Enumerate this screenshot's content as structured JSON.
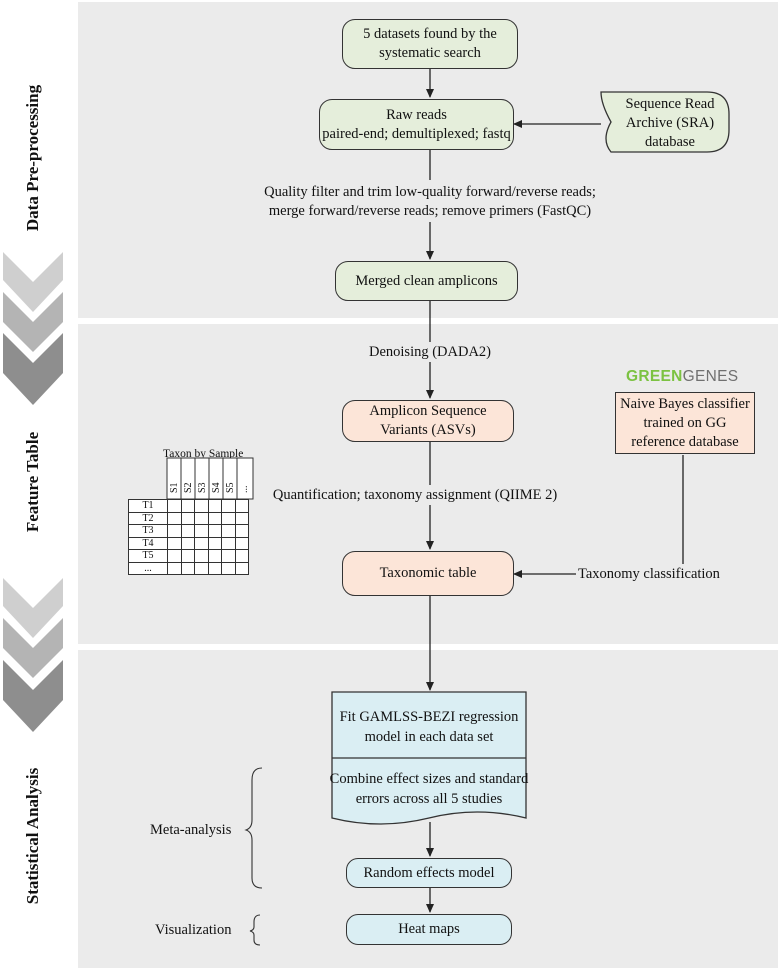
{
  "sections": {
    "preprocessing": "Data Pre-processing",
    "feature_table": "Feature Table",
    "statistical": "Statistical Analysis"
  },
  "nodes": {
    "datasets_line1": "5 datasets found by the",
    "datasets_line2": "systematic search",
    "raw_line1": "Raw reads",
    "raw_line2": "paired-end; demultiplexed; fastq",
    "sra_line1": "Sequence Read",
    "sra_line2": "Archive (SRA)",
    "sra_line3": "database",
    "merged": "Merged clean amplicons",
    "asv_line1": "Amplicon Sequence",
    "asv_line2": "Variants (ASVs)",
    "nb_line1": "Naive Bayes classifier",
    "nb_line2": "trained on GG",
    "nb_line3": "reference database",
    "taxonomic": "Taxonomic table",
    "fit_line1": "Fit GAMLSS-BEZI regression",
    "fit_line2": "model in each data set",
    "combine_line1": "Combine effect sizes and standard",
    "combine_line2": "errors across all 5 studies",
    "random": "Random effects model",
    "heat": "Heat maps"
  },
  "edge_labels": {
    "qc_line1": "Quality filter and trim low-quality forward/reverse reads;",
    "qc_line2": "merge forward/reverse reads; remove primers (FastQC)",
    "denoise": "Denoising (DADA2)",
    "quant": "Quantification; taxonomy assignment (QIIME 2)",
    "taxclass": "Taxonomy classification"
  },
  "greengenes": {
    "part1": "GREEN",
    "part2": "GENES"
  },
  "taxon_table": {
    "title": "Taxon by Sample",
    "columns": [
      "S1",
      "S2",
      "S3",
      "S4",
      "S5",
      "..."
    ],
    "rows": [
      "T1",
      "T2",
      "T3",
      "T4",
      "T5",
      "..."
    ]
  },
  "brackets": {
    "meta": "Meta-analysis",
    "viz": "Visualization"
  },
  "colors": {
    "panel": "#ebebeb",
    "green_box": "#e5eedb",
    "orange_box": "#fce5d8",
    "blue_box": "#daeef3",
    "chevron": "#9a9a9a"
  }
}
